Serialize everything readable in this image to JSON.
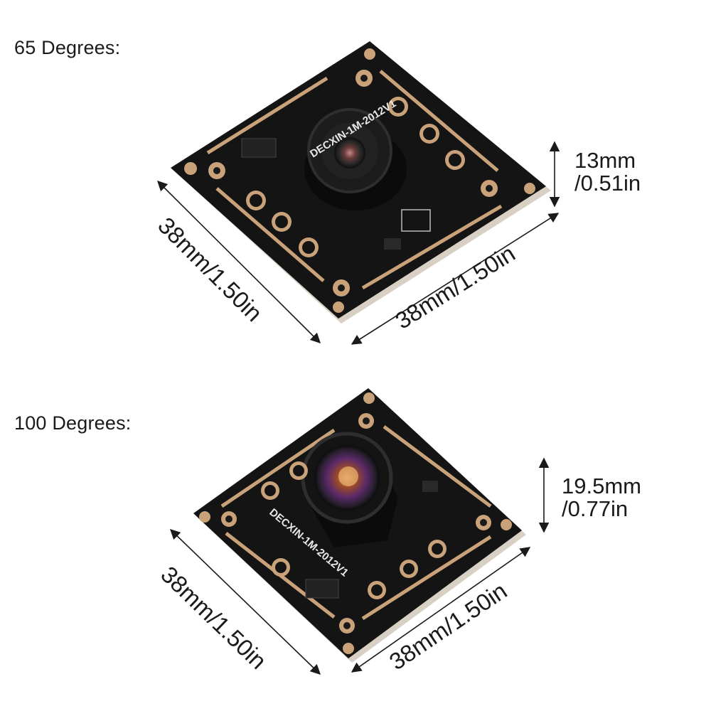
{
  "sections": [
    {
      "title": "65 Degrees:",
      "height_dim": [
        "13mm",
        "/0.51in"
      ],
      "side_left": "38mm/1.50in",
      "side_right": "38mm/1.50in",
      "board_text": "DECXIN-1M-2012V1"
    },
    {
      "title": "100 Degrees:",
      "height_dim": [
        "19.5mm",
        "/0.77in"
      ],
      "side_left": "38mm/1.50in",
      "side_right": "38mm/1.50in",
      "board_text": "DECXIN-1M-2012V1"
    }
  ],
  "colors": {
    "pcb": "#141414",
    "pad": "#c9a27a",
    "text": "#1a1a1a",
    "background": "#ffffff"
  }
}
